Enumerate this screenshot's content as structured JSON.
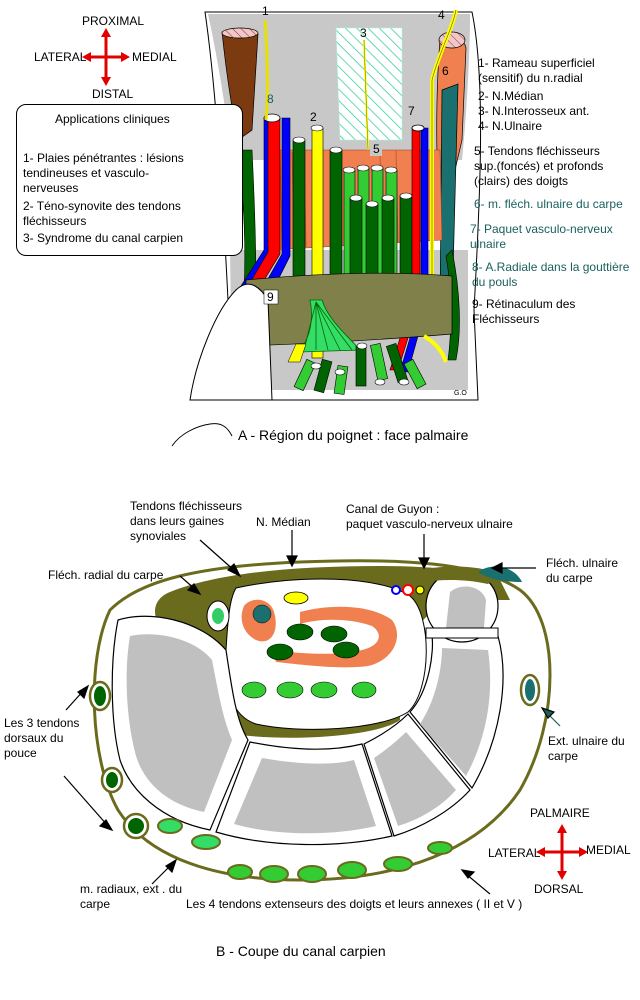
{
  "orientation_top": {
    "proximal": "PROXIMAL",
    "distal": "DISTAL",
    "lateral": "LATERAL",
    "medial": "MEDIAL"
  },
  "clinical": {
    "title": "Applications cliniques",
    "items": [
      "1- Plaies pénétrantes : lésions\n    tendineuses et vasculo-\n    nerveuses",
      "2- Téno-synovite des tendons\n    fléchisseurs",
      "3- Syndrome du canal carpien"
    ]
  },
  "figure_a": {
    "numbers": [
      "1",
      "2",
      "3",
      "4",
      "5",
      "6",
      "7",
      "8",
      "9"
    ],
    "legend": [
      "1- Rameau superficiel\n    (sensitif) du n.radial",
      "2- N.Médian",
      "3- N.Interosseux ant.",
      "4- N.Ulnaire",
      "5- Tendons fléchisseurs\n    sup.(foncés) et profonds\n    (clairs) des doigts",
      "6- m. fléch. ulnaire du carpe",
      "7- Paquet vasculo-nerveux\n    ulnaire",
      "8- A.Radiale dans la gouttière\n    du pouls",
      "9- Rétinaculum des\n    Fléchisseurs"
    ],
    "signature": "G.O",
    "caption": "A -  Région du poignet : face palmaire"
  },
  "figure_b": {
    "labels": {
      "flexor_tendons": "Tendons fléchisseurs\ndans leurs gaines\nsynoviales",
      "median": "N. Médian",
      "guyon": "Canal de Guyon :\npaquet vasculo-nerveux ulnaire",
      "radial_flexor": "Fléch. radial du carpe",
      "ulnar_flexor": "Fléch. ulnaire\ndu carpe",
      "thumb_dorsal": "Les 3 tendons\ndorsaux du\npouce",
      "ulnar_extensor": "Ext. ulnaire du\ncarpe",
      "radial_ext": "m. radiaux, ext . du\ncarpe",
      "finger_ext": "Les 4 tendons extenseurs des doigts et leurs annexes ( II et V )"
    },
    "orientation": {
      "palmar": "PALMAIRE",
      "dorsal": "DORSAL",
      "lateral": "LATERAL",
      "medial": "MEDIAL"
    },
    "caption": "B - Coupe du canal carpien"
  },
  "colors": {
    "dark_green": "#006400",
    "light_green": "#33cc33",
    "orange": "#f08050",
    "olive": "#6b6b1e",
    "teal": "#1a6f6f",
    "red": "#ff0000",
    "blue": "#0000ff",
    "yellow": "#ffff00",
    "gray": "#c0c0c0"
  }
}
